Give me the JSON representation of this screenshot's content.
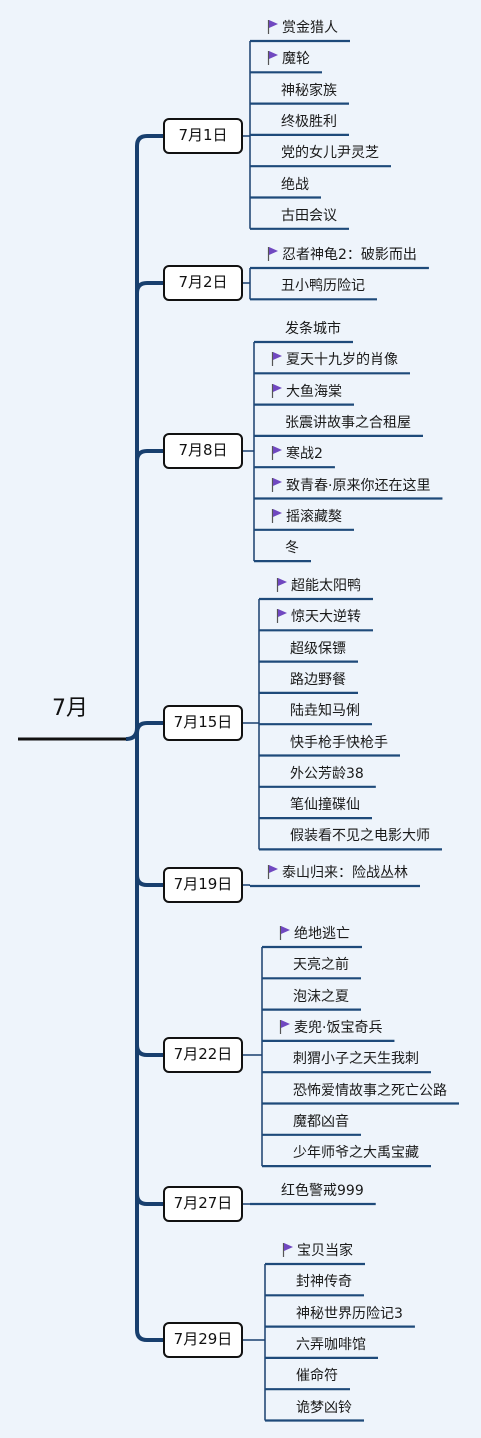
{
  "root": {
    "label": "7月"
  },
  "colors": {
    "branch": "#183f6e",
    "underline": "#1e4a7a",
    "flag": "#7048c0",
    "root_line": "#111111"
  },
  "groups": [
    {
      "date": "7月1日",
      "items": [
        {
          "label": "赏金猎人",
          "flag": true
        },
        {
          "label": "魔轮",
          "flag": true
        },
        {
          "label": "神秘家族",
          "flag": false
        },
        {
          "label": "终极胜利",
          "flag": false
        },
        {
          "label": "党的女儿尹灵芝",
          "flag": false
        },
        {
          "label": "绝战",
          "flag": false
        },
        {
          "label": "古田会议",
          "flag": false
        }
      ]
    },
    {
      "date": "7月2日",
      "items": [
        {
          "label": "忍者神龟2：破影而出",
          "flag": true
        },
        {
          "label": "丑小鸭历险记",
          "flag": false
        }
      ]
    },
    {
      "date": "7月8日",
      "items": [
        {
          "label": "发条城市",
          "flag": false
        },
        {
          "label": "夏天十九岁的肖像",
          "flag": true
        },
        {
          "label": "大鱼海棠",
          "flag": true
        },
        {
          "label": "张震讲故事之合租屋",
          "flag": false
        },
        {
          "label": "寒战2",
          "flag": true
        },
        {
          "label": "致青春·原来你还在这里",
          "flag": true
        },
        {
          "label": "摇滚藏獒",
          "flag": true
        },
        {
          "label": "冬",
          "flag": false
        }
      ]
    },
    {
      "date": "7月15日",
      "items": [
        {
          "label": "超能太阳鸭",
          "flag": true
        },
        {
          "label": "惊天大逆转",
          "flag": true
        },
        {
          "label": "超级保镖",
          "flag": false
        },
        {
          "label": "路边野餐",
          "flag": false
        },
        {
          "label": "陆垚知马俐",
          "flag": false
        },
        {
          "label": "快手枪手快枪手",
          "flag": false
        },
        {
          "label": "外公芳龄38",
          "flag": false
        },
        {
          "label": "笔仙撞碟仙",
          "flag": false
        },
        {
          "label": "假装看不见之电影大师",
          "flag": false
        }
      ]
    },
    {
      "date": "7月19日",
      "items": [
        {
          "label": "泰山归来：险战丛林",
          "flag": true
        }
      ]
    },
    {
      "date": "7月22日",
      "items": [
        {
          "label": "绝地逃亡",
          "flag": true
        },
        {
          "label": "天亮之前",
          "flag": false
        },
        {
          "label": "泡沫之夏",
          "flag": false
        },
        {
          "label": "麦兜·饭宝奇兵",
          "flag": true
        },
        {
          "label": "刺猬小子之天生我刺",
          "flag": false
        },
        {
          "label": "恐怖爱情故事之死亡公路",
          "flag": false
        },
        {
          "label": "魔都凶音",
          "flag": false
        },
        {
          "label": "少年师爷之大禹宝藏",
          "flag": false
        }
      ]
    },
    {
      "date": "7月27日",
      "items": [
        {
          "label": "红色警戒999",
          "flag": false
        }
      ]
    },
    {
      "date": "7月29日",
      "items": [
        {
          "label": "宝贝当家",
          "flag": true
        },
        {
          "label": "封神传奇",
          "flag": false
        },
        {
          "label": "神秘世界历险记3",
          "flag": false
        },
        {
          "label": "六弄咖啡馆",
          "flag": false
        },
        {
          "label": "催命符",
          "flag": false
        },
        {
          "label": "诡梦凶铃",
          "flag": false
        }
      ]
    }
  ]
}
